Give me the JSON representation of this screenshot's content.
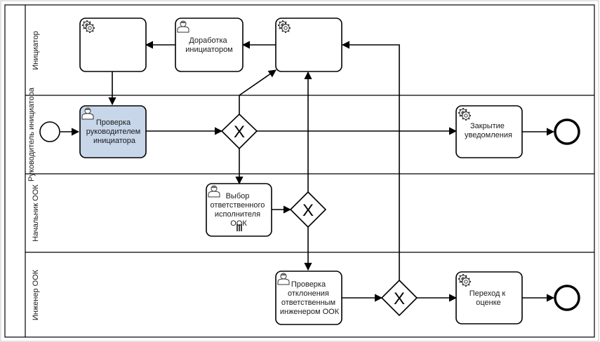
{
  "lanes": [
    {
      "id": "initiator",
      "label": "Инициатор"
    },
    {
      "id": "manager",
      "label": "Руководитель инициатора"
    },
    {
      "id": "head",
      "label": "Начальник ООК"
    },
    {
      "id": "engineer",
      "label": "Инженер ООК"
    }
  ],
  "tasks": {
    "t_init_service_left": {
      "type": "service",
      "lines": []
    },
    "t_init_rework": {
      "type": "user",
      "lines": [
        "Доработка",
        "инициатором"
      ]
    },
    "t_init_service_right": {
      "type": "service",
      "lines": []
    },
    "t_manager_check": {
      "type": "user",
      "selected": true,
      "lines": [
        "Проверка",
        "руководителем",
        "инициатора"
      ]
    },
    "t_manager_close": {
      "type": "service",
      "lines": [
        "Закрытие",
        "уведомления"
      ]
    },
    "t_head_select": {
      "type": "user",
      "multi": true,
      "lines": [
        "Выбор",
        "ответственного",
        "исполнителя",
        "ООК"
      ]
    },
    "t_eng_check": {
      "type": "user",
      "lines": [
        "Проверка",
        "отклонения",
        "ответственным",
        "инженером ООК"
      ]
    },
    "t_eng_transition": {
      "type": "service",
      "lines": [
        "Переход к",
        "оценке"
      ]
    }
  },
  "gateways": {
    "g_manager": {
      "type": "exclusive",
      "symbol": "X"
    },
    "g_head": {
      "type": "exclusive",
      "symbol": "X"
    },
    "g_engineer": {
      "type": "exclusive",
      "symbol": "X"
    }
  },
  "events": {
    "start": {
      "type": "start"
    },
    "end_manager": {
      "type": "end"
    },
    "end_engineer": {
      "type": "end"
    }
  },
  "colors": {
    "selected_task": "#c8d6ea",
    "stroke": "#000000",
    "frame": "#c8c8c8"
  }
}
